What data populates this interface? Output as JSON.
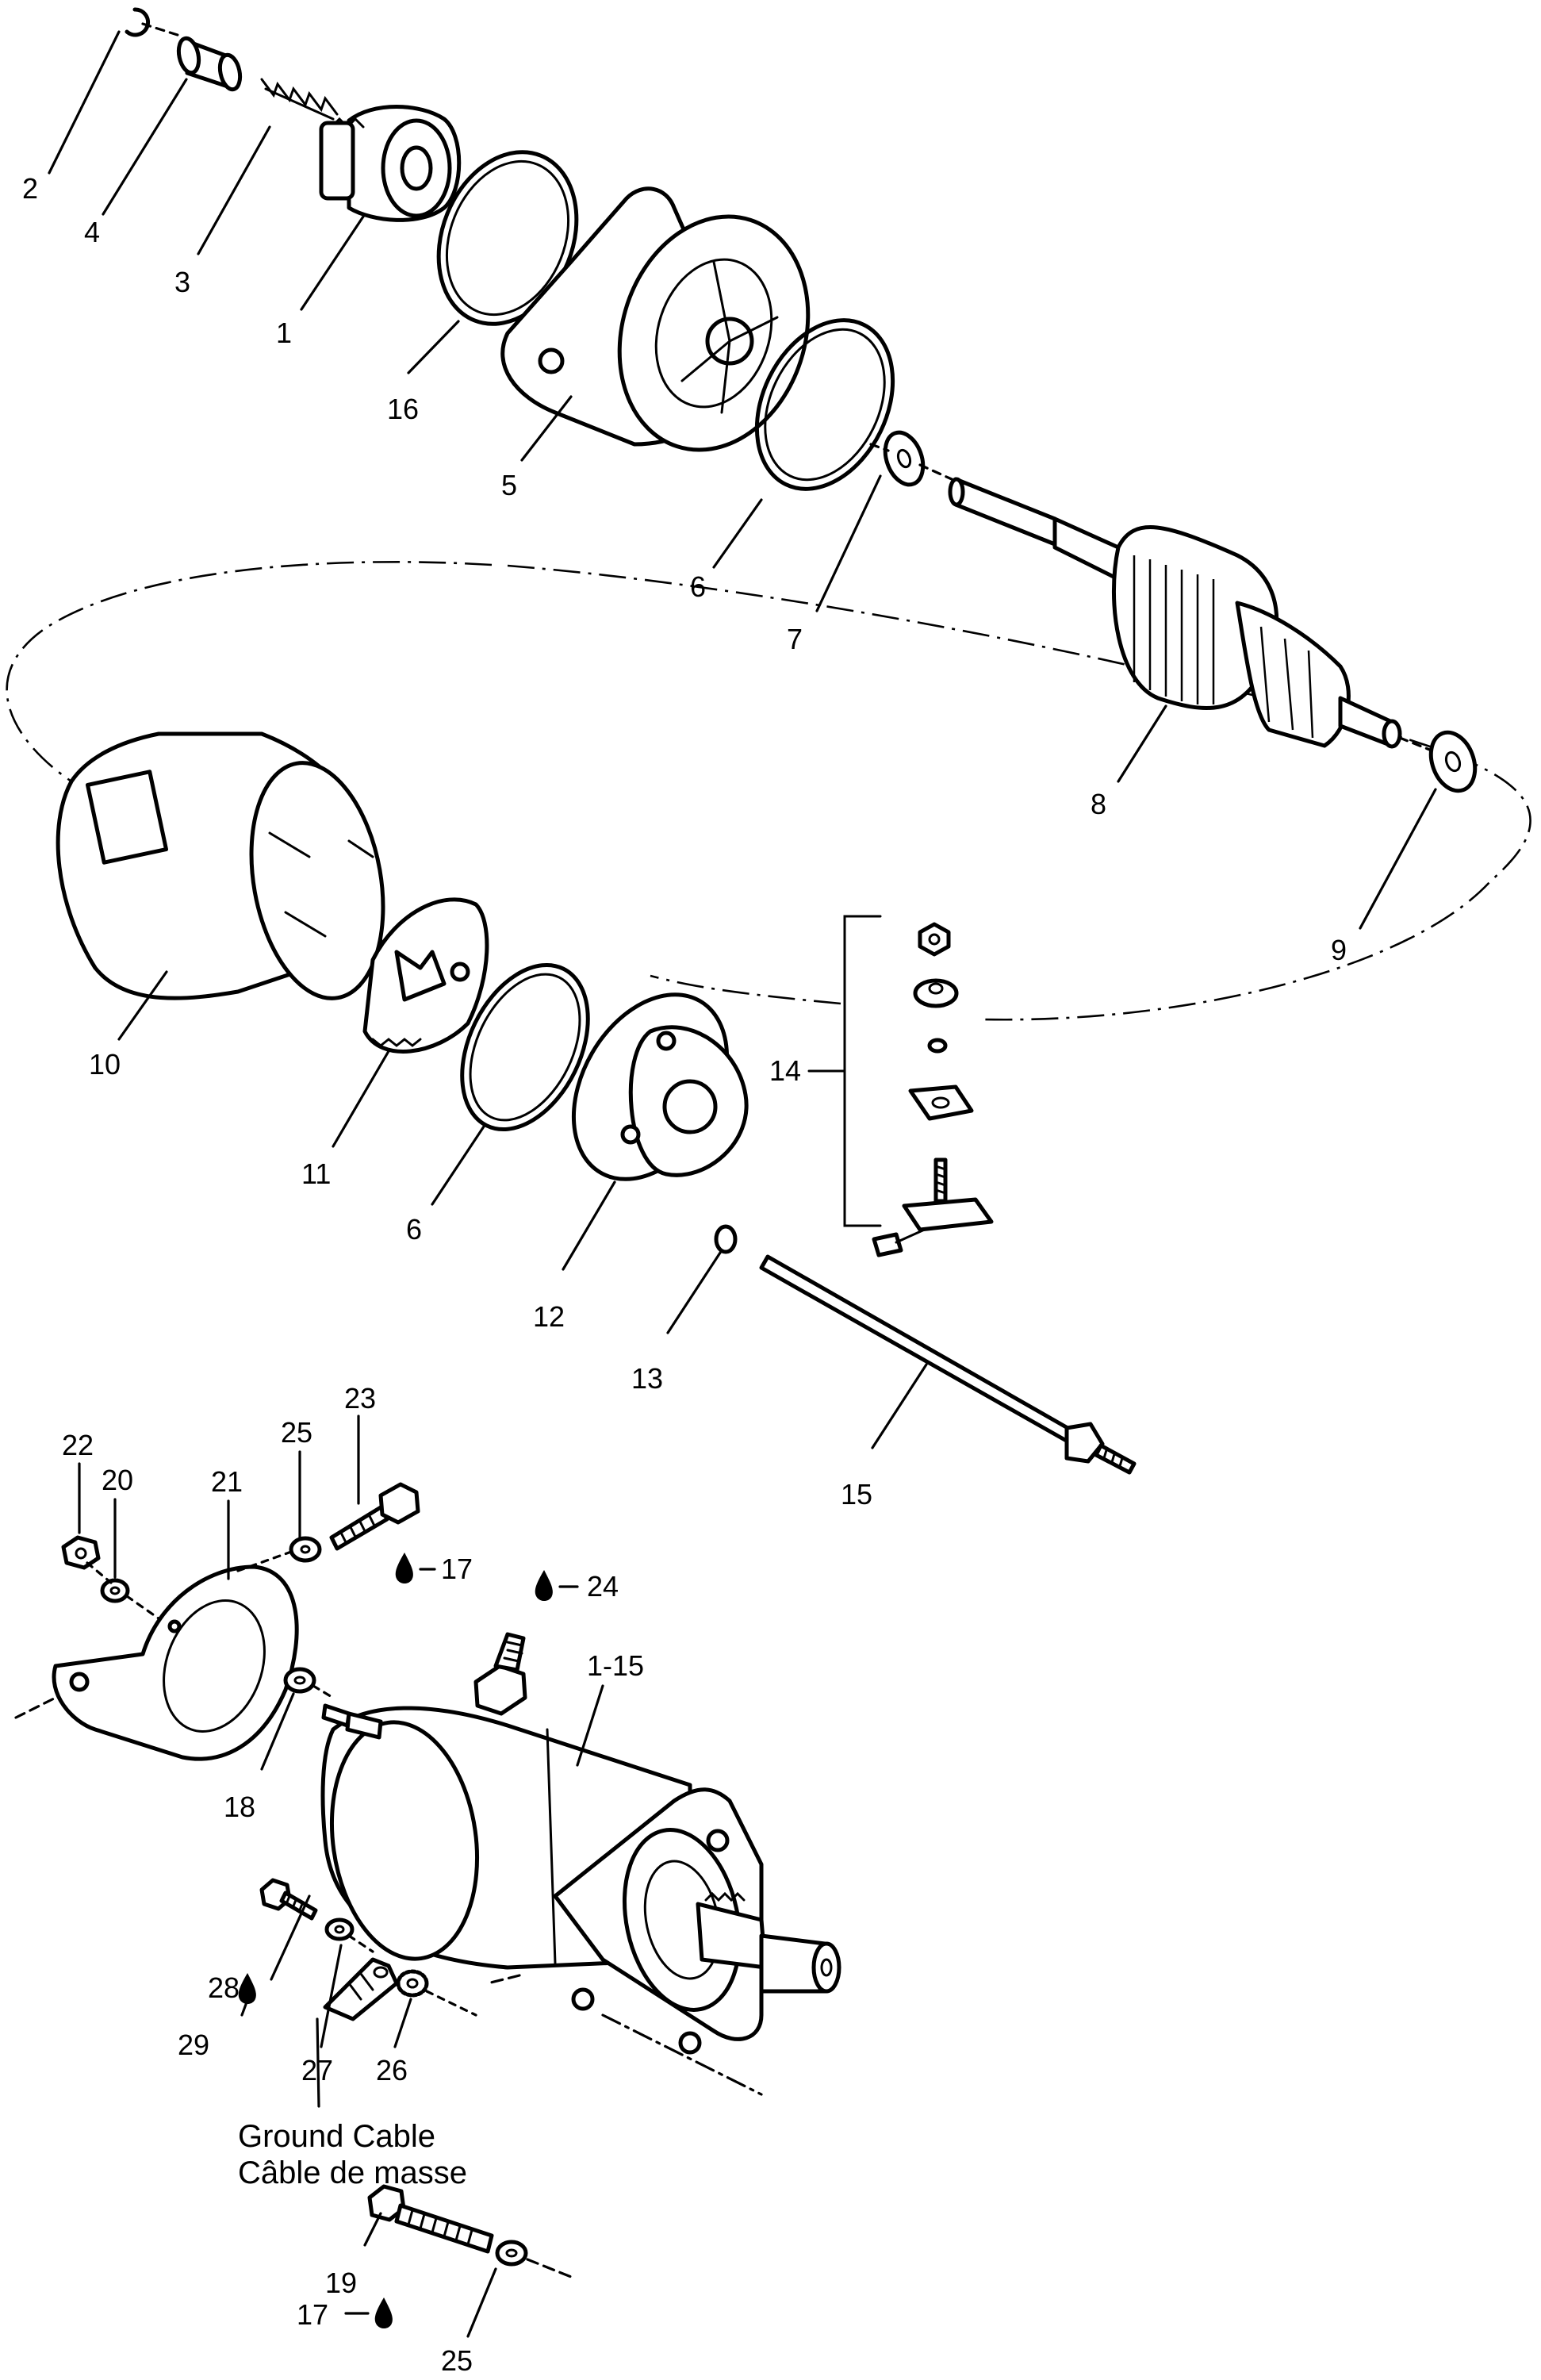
{
  "callouts": [
    "1",
    "2",
    "3",
    "4",
    "5",
    "6",
    "7",
    "8",
    "9",
    "10",
    "11",
    "6",
    "12",
    "13",
    "14",
    "15",
    "16",
    "17",
    "18",
    "19",
    "20",
    "21",
    "22",
    "23",
    "24",
    "25",
    "26",
    "27",
    "28",
    "29",
    "1-15",
    "17",
    "25"
  ],
  "ground_cable": {
    "en": "Ground Cable",
    "fr": "Câble de masse"
  }
}
